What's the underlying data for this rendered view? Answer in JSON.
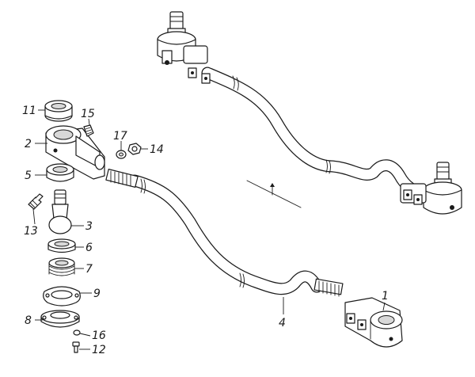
{
  "diagram": {
    "callouts": [
      {
        "id": "c1",
        "text": "1"
      },
      {
        "id": "c2",
        "text": "2"
      },
      {
        "id": "c3",
        "text": "3"
      },
      {
        "id": "c4",
        "text": "4"
      },
      {
        "id": "c5",
        "text": "5"
      },
      {
        "id": "c6",
        "text": "6"
      },
      {
        "id": "c7",
        "text": "7"
      },
      {
        "id": "c8",
        "text": "8"
      },
      {
        "id": "c9",
        "text": "9"
      },
      {
        "id": "c11",
        "text": "11"
      },
      {
        "id": "c12",
        "text": "12"
      },
      {
        "id": "c13",
        "text": "13"
      },
      {
        "id": "c14",
        "text": "14"
      },
      {
        "id": "c15",
        "text": "15"
      },
      {
        "id": "c16",
        "text": "16"
      },
      {
        "id": "c17",
        "text": "17"
      }
    ]
  }
}
